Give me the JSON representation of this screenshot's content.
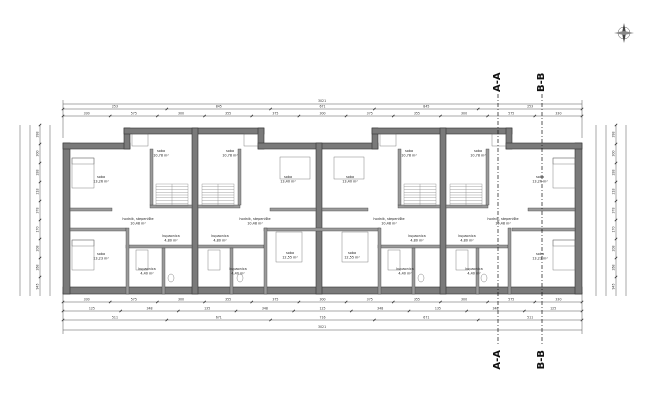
{
  "section_labels": {
    "a": "A-A",
    "b": "B-B"
  },
  "top_overall_dim": "3021",
  "top_row2": [
    "253",
    "845",
    "671",
    "845",
    "253"
  ],
  "top_row3": [
    "330",
    "575",
    "300",
    "355",
    "375",
    "300",
    "375",
    "355",
    "300",
    "575",
    "330"
  ],
  "bottom_row1": [
    "330",
    "575",
    "300",
    "355",
    "375",
    "300",
    "375",
    "355",
    "300",
    "575",
    "330"
  ],
  "bottom_row2": [
    "125",
    "348",
    "135",
    "348",
    "125",
    "348",
    "135",
    "348",
    "125"
  ],
  "bottom_row3": [
    "511",
    "671",
    "716",
    "671",
    "511"
  ],
  "bottom_overall_dim": "3021",
  "left_dims": [
    "398",
    "300",
    "288",
    "218",
    "378",
    "170",
    "208",
    "268",
    "945"
  ],
  "right_dims": [
    "398",
    "300",
    "288",
    "218",
    "378",
    "170",
    "208",
    "268",
    "945"
  ],
  "rooms": [
    {
      "id": "r1",
      "name": "soba",
      "area": "13,26 m²"
    },
    {
      "id": "r2",
      "name": "soba",
      "area": "10,78 m²"
    },
    {
      "id": "r3",
      "name": "soba",
      "area": "10,78 m²"
    },
    {
      "id": "r4",
      "name": "soba",
      "area": "13,40 m²"
    },
    {
      "id": "r5",
      "name": "soba",
      "area": "13,40 m²"
    },
    {
      "id": "r6",
      "name": "soba",
      "area": "10,78 m²"
    },
    {
      "id": "r7",
      "name": "soba",
      "area": "10,78 m²"
    },
    {
      "id": "r8",
      "name": "soba",
      "area": "13,26 m²"
    },
    {
      "id": "h1",
      "name": "hodnik, stepenište",
      "area": "10,48 m²"
    },
    {
      "id": "h2",
      "name": "hodnik, stepenište",
      "area": "10,48 m²"
    },
    {
      "id": "h3",
      "name": "hodnik, stepenište",
      "area": "10,48 m²"
    },
    {
      "id": "h4",
      "name": "hodnik, stepenište",
      "area": "10,48 m²"
    },
    {
      "id": "k1",
      "name": "kupaonica",
      "area": "4,80 m²"
    },
    {
      "id": "k2",
      "name": "kupaonica",
      "area": "4,80 m²"
    },
    {
      "id": "k3",
      "name": "kupaonica",
      "area": "4,80 m²"
    },
    {
      "id": "k4",
      "name": "kupaonica",
      "area": "4,80 m²"
    },
    {
      "id": "b1",
      "name": "soba",
      "area": "13,23 m²"
    },
    {
      "id": "b2",
      "name": "soba",
      "area": "12,55 m²"
    },
    {
      "id": "b3",
      "name": "soba",
      "area": "12,55 m²"
    },
    {
      "id": "b4",
      "name": "soba",
      "area": "13,23 m²"
    },
    {
      "id": "kb1",
      "name": "kupaonica",
      "area": "4,40 m²"
    },
    {
      "id": "kb2",
      "name": "kupaonica",
      "area": "4,40 m²"
    },
    {
      "id": "kb3",
      "name": "kupaonica",
      "area": "4,40 m²"
    },
    {
      "id": "kb4",
      "name": "kupaonica",
      "area": "4,40 m²"
    }
  ]
}
